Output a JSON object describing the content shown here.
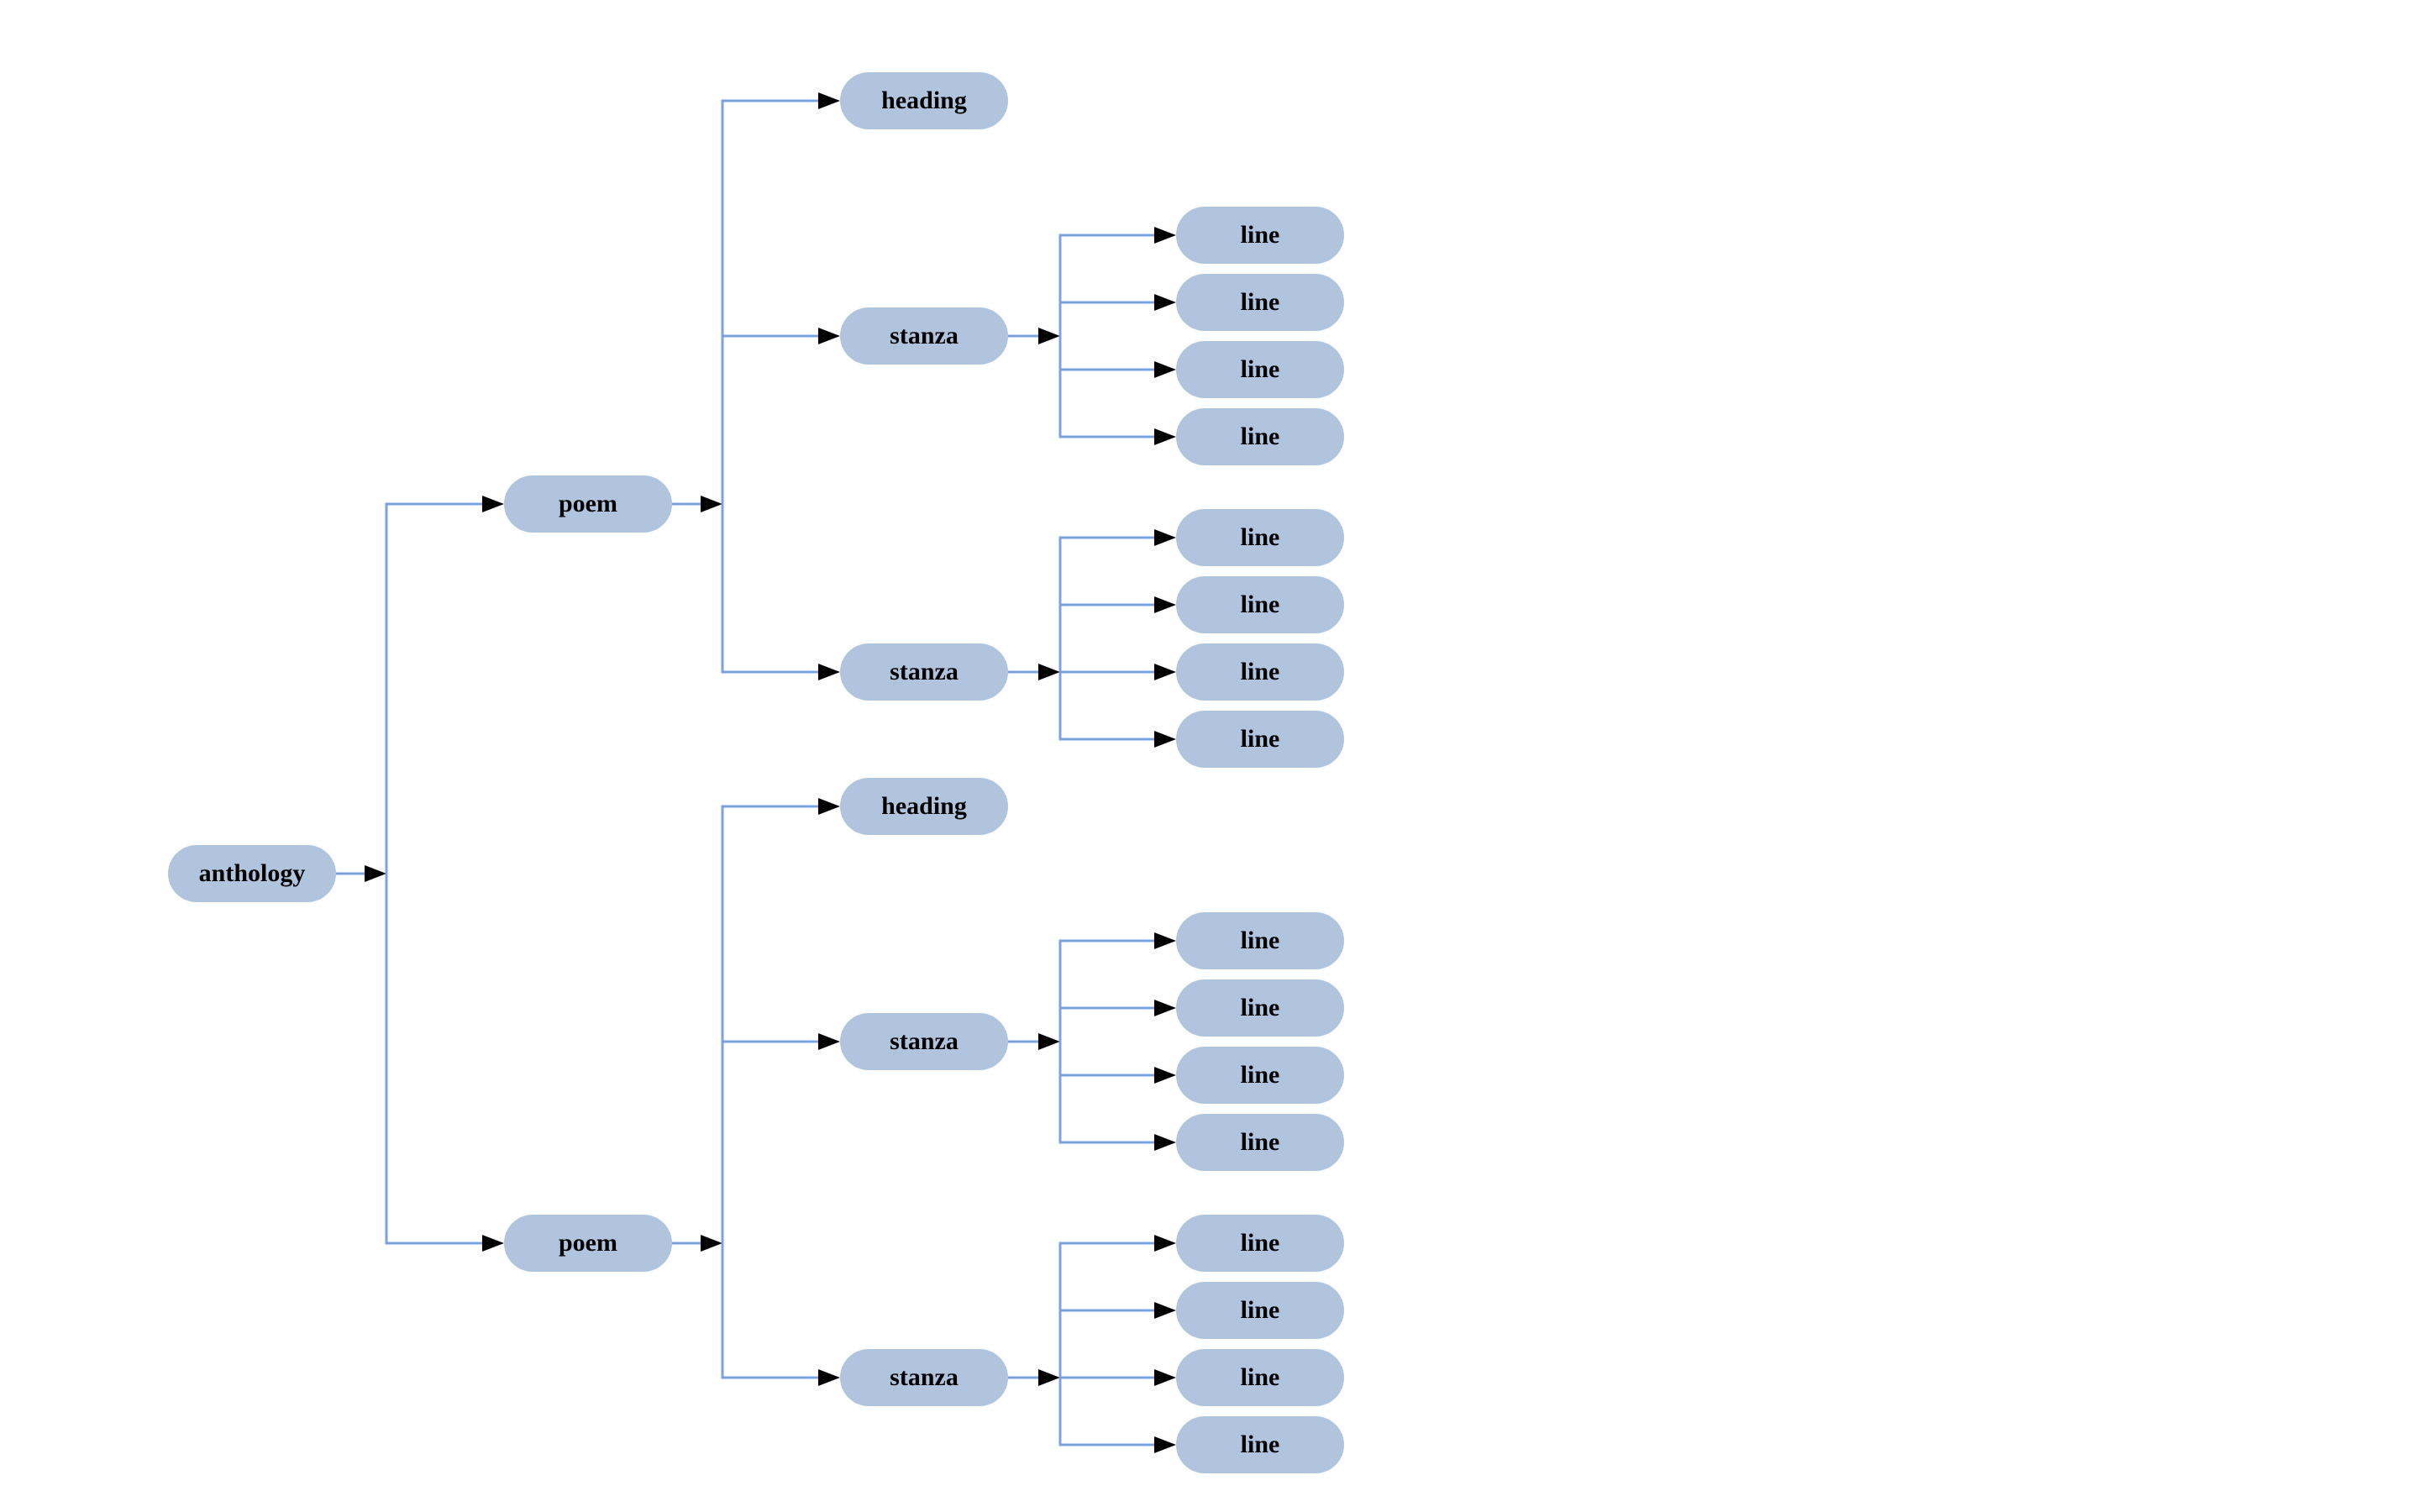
{
  "diagram": {
    "type": "tree",
    "description": "Hierarchical tree of an anthology: anthology -> poems -> heading/stanzas -> lines",
    "colors": {
      "background": "#ffffff",
      "node_fill": "#b0c4de",
      "node_text": "#000000",
      "edge_line": "#7ca1dc",
      "arrowhead": "#000000"
    },
    "nodes": [
      {
        "id": "anthology",
        "label": "anthology",
        "parent": null
      },
      {
        "id": "poem1",
        "label": "poem",
        "parent": "anthology"
      },
      {
        "id": "heading1",
        "label": "heading",
        "parent": "poem1"
      },
      {
        "id": "stanza1",
        "label": "stanza",
        "parent": "poem1"
      },
      {
        "id": "s1l1",
        "label": "line",
        "parent": "stanza1"
      },
      {
        "id": "s1l2",
        "label": "line",
        "parent": "stanza1"
      },
      {
        "id": "s1l3",
        "label": "line",
        "parent": "stanza1"
      },
      {
        "id": "s1l4",
        "label": "line",
        "parent": "stanza1"
      },
      {
        "id": "stanza2",
        "label": "stanza",
        "parent": "poem1"
      },
      {
        "id": "s2l1",
        "label": "line",
        "parent": "stanza2"
      },
      {
        "id": "s2l2",
        "label": "line",
        "parent": "stanza2"
      },
      {
        "id": "s2l3",
        "label": "line",
        "parent": "stanza2"
      },
      {
        "id": "s2l4",
        "label": "line",
        "parent": "stanza2"
      },
      {
        "id": "poem2",
        "label": "poem",
        "parent": "anthology"
      },
      {
        "id": "heading2",
        "label": "heading",
        "parent": "poem2"
      },
      {
        "id": "stanza3",
        "label": "stanza",
        "parent": "poem2"
      },
      {
        "id": "s3l1",
        "label": "line",
        "parent": "stanza3"
      },
      {
        "id": "s3l2",
        "label": "line",
        "parent": "stanza3"
      },
      {
        "id": "s3l3",
        "label": "line",
        "parent": "stanza3"
      },
      {
        "id": "s3l4",
        "label": "line",
        "parent": "stanza3"
      },
      {
        "id": "stanza4",
        "label": "stanza",
        "parent": "poem2"
      },
      {
        "id": "s4l1",
        "label": "line",
        "parent": "stanza4"
      },
      {
        "id": "s4l2",
        "label": "line",
        "parent": "stanza4"
      },
      {
        "id": "s4l3",
        "label": "line",
        "parent": "stanza4"
      },
      {
        "id": "s4l4",
        "label": "line",
        "parent": "stanza4"
      }
    ]
  }
}
